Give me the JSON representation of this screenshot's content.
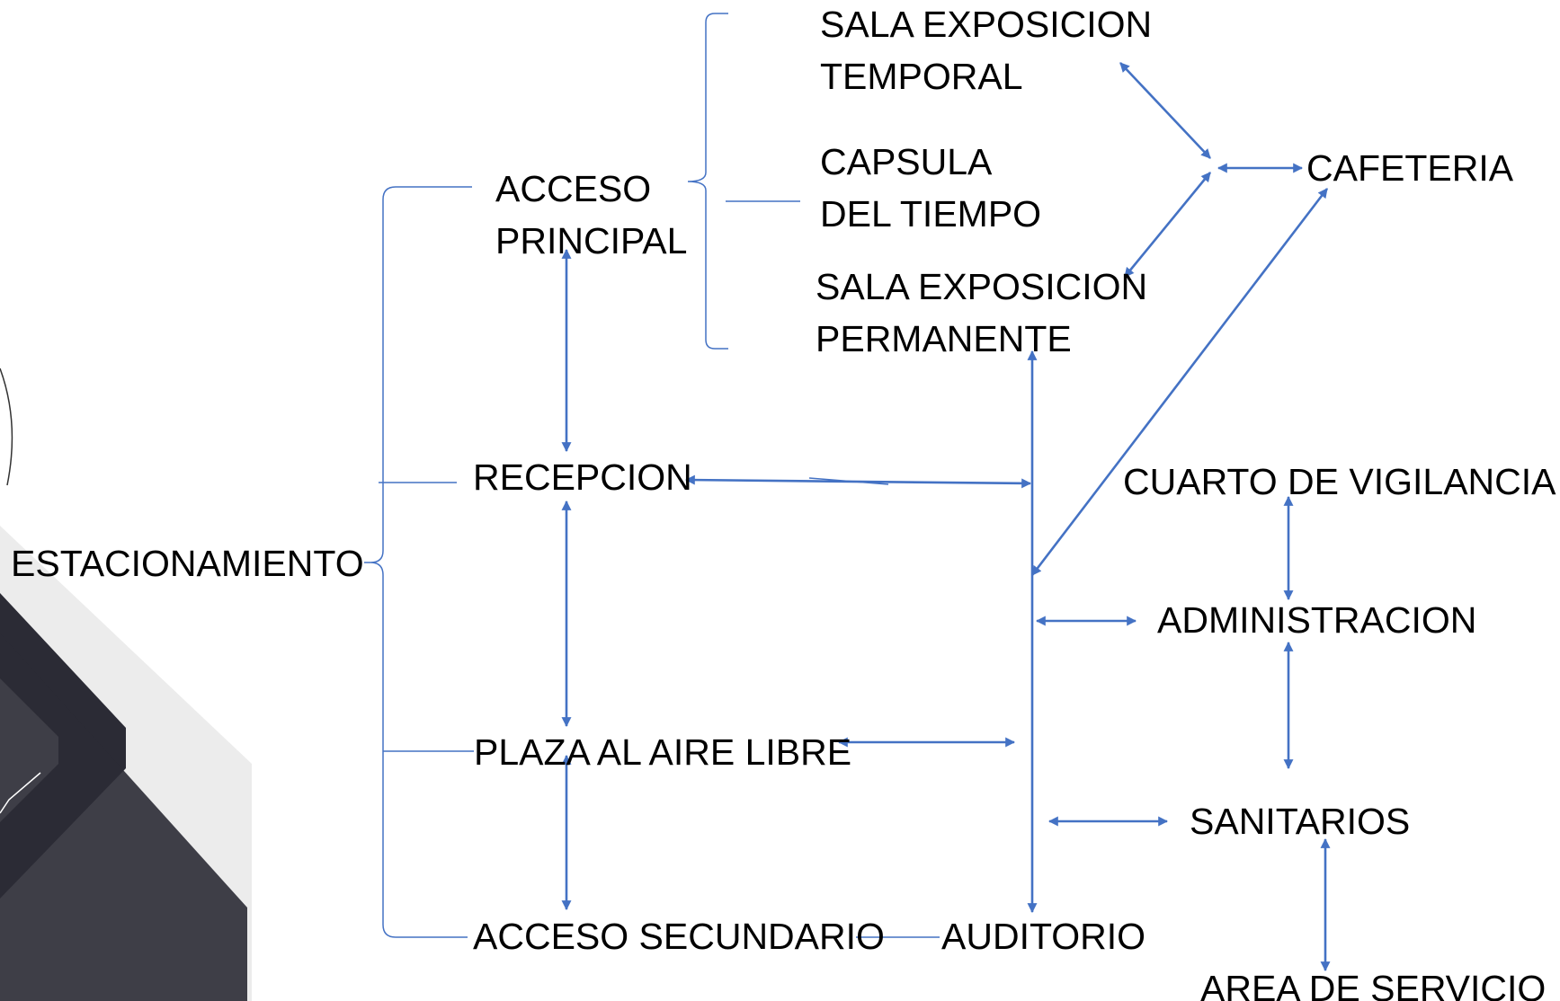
{
  "colors": {
    "arrow": "#4472C4",
    "bracket": "#4472C4",
    "text": "#000000",
    "decor_dark": "#2b2b35",
    "decor_light": "#ececec"
  },
  "nodes": {
    "sala_exposicion_temporal": {
      "line1": "SALA EXPOSICION",
      "line2": "TEMPORAL"
    },
    "capsula_del_tiempo": {
      "line1": "CAPSULA",
      "line2": "DEL TIEMPO"
    },
    "sala_exposicion_permanente": {
      "line1": "SALA EXPOSICION",
      "line2": "PERMANENTE"
    },
    "acceso_principal": {
      "line1": "ACCESO",
      "line2": "PRINCIPAL"
    },
    "cafeteria": "CAFETERIA",
    "recepcion": "RECEPCION",
    "cuarto_de_vigilancia": "CUARTO DE VIGILANCIA",
    "estacionamiento": "ESTACIONAMIENTO",
    "administracion": "ADMINISTRACION",
    "plaza_al_aire_libre": "PLAZA AL AIRE LIBRE",
    "sanitarios": "SANITARIOS",
    "acceso_secundario": "ACCESO SECUNDARIO",
    "auditorio": "AUDITORIO",
    "area_de_servicio": "AREA DE SERVICIO"
  }
}
